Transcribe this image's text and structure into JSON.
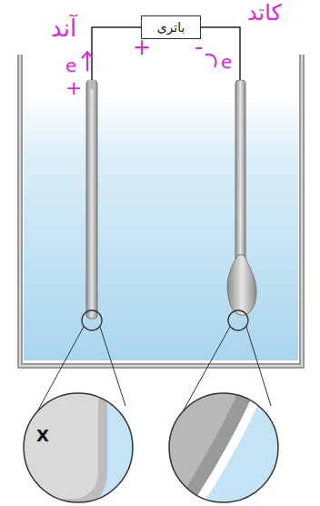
{
  "diagram": {
    "nodes": [
      {
        "text": [
          "باتری"
        ]
      }
    ],
    "labels": [
      "آند",
      "کاتد",
      "+",
      "-",
      "e",
      "e",
      "+",
      "X"
    ]
  }
}
